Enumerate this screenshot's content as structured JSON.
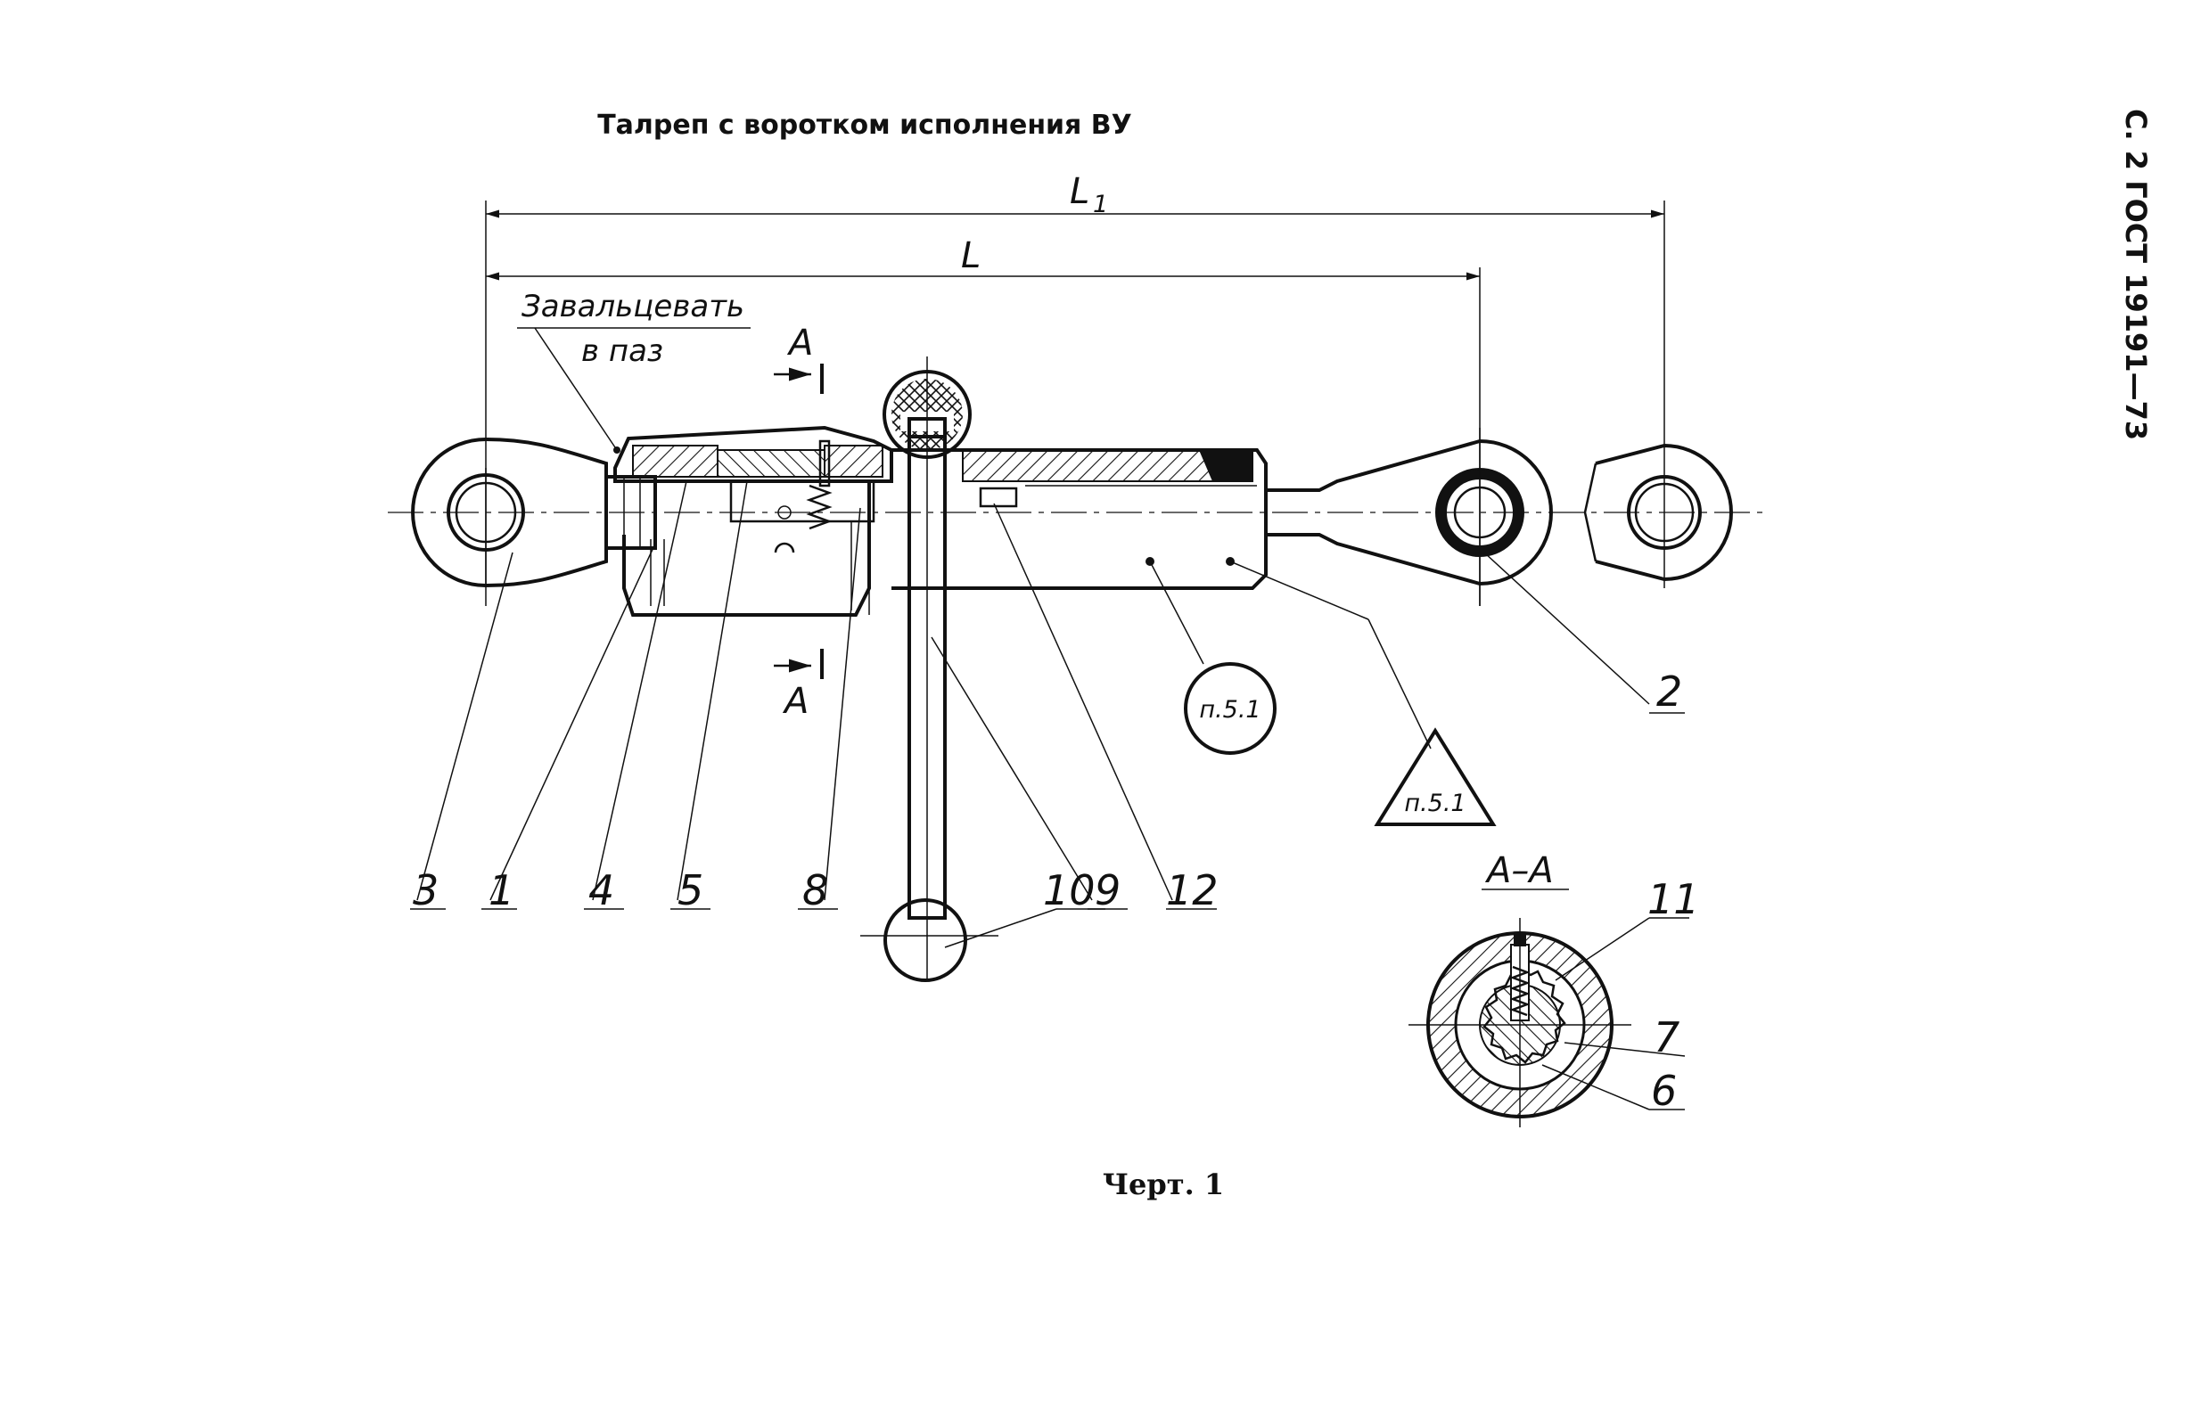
{
  "page": {
    "title": "Талреп с воротком исполнения ВУ",
    "side_header": "С. 2 ГОСТ 19191—73",
    "caption": "Черт. 1"
  },
  "dimensions": {
    "L1": "L",
    "L1_sub": "1",
    "L": "L"
  },
  "note": {
    "line1": "Завальцевать",
    "line2": "в паз"
  },
  "section": {
    "marker_top": "А",
    "marker_bottom": "А",
    "title": "А–А"
  },
  "callouts": {
    "c3": "3",
    "c1": "1",
    "c4": "4",
    "c5": "5",
    "c8": "8",
    "c10": "10",
    "c9": "9",
    "c12": "12",
    "c2": "2",
    "c11": "11",
    "c7": "7",
    "c6": "6"
  },
  "references": {
    "circle": "п.5.1",
    "triangle": "п.5.1"
  }
}
